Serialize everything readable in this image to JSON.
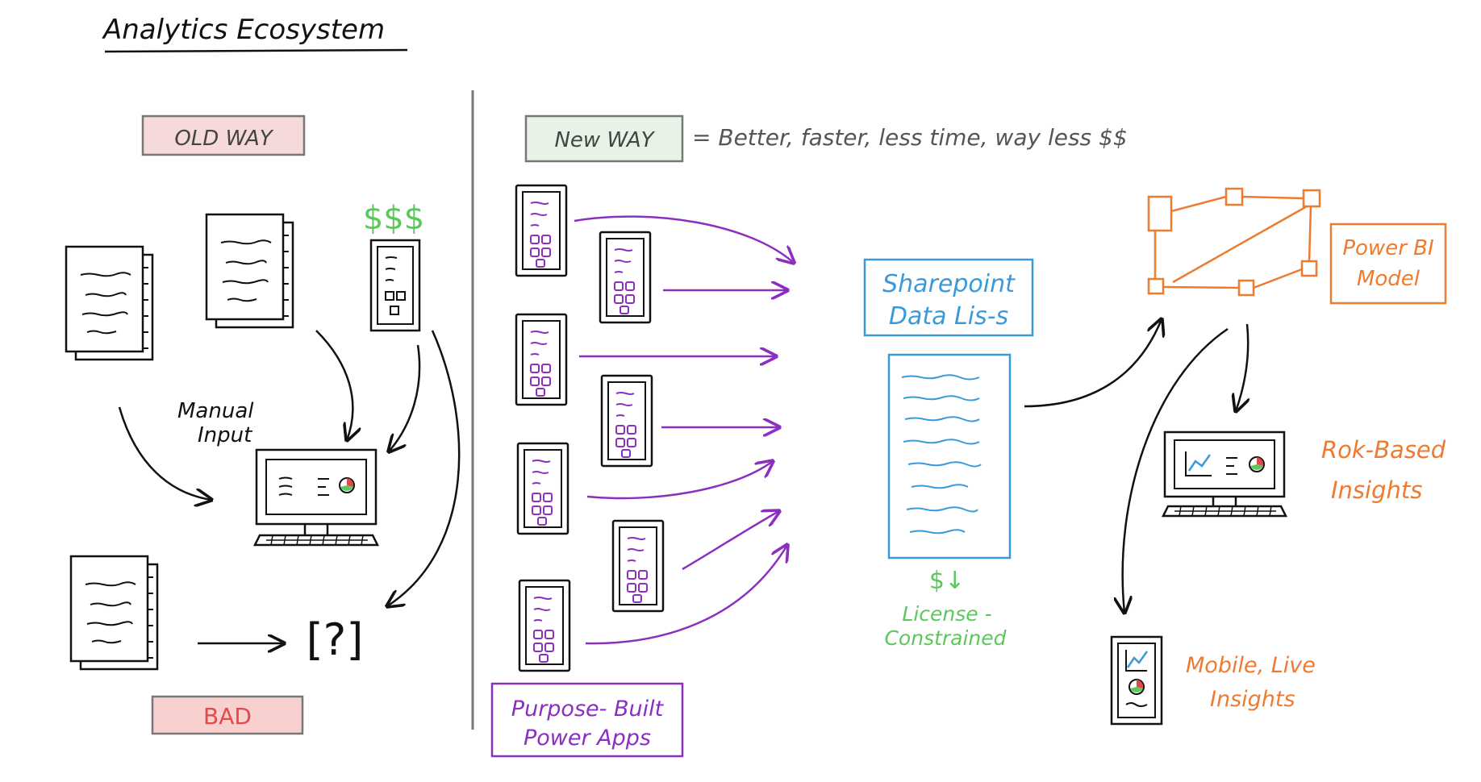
{
  "title": "Analytics Ecosystem",
  "old_way": {
    "label": "OLD WAY",
    "cost": "$$$",
    "manual_input_line1": "Manual",
    "manual_input_line2": "Input",
    "unknown_symbol": "[?]",
    "bad_label": "BAD"
  },
  "new_way": {
    "label": "New WAY",
    "tagline": "= Better, faster, less time, way less $$",
    "apps_label_line1": "Purpose- Built",
    "apps_label_line2": "Power Apps",
    "sharepoint_line1": "Sharepoint",
    "sharepoint_line2": "Data Lis-s",
    "cost_down": "$↓",
    "license_line1": "License -",
    "license_line2": "Constrained",
    "powerbi_line1": "Power BI",
    "powerbi_line2": "Model",
    "role_line1": "Rok-Based",
    "role_line2": "Insights",
    "mobile_line1": "Mobile, Live",
    "mobile_line2": "Insights"
  },
  "colors": {
    "ink": "#111111",
    "purple": "#8a2fc0",
    "blue": "#3a9ad9",
    "orange": "#ee7b30",
    "green": "#5cc85c",
    "red": "#e24a4a",
    "gray_text": "#555555",
    "old_way_fill": "#f6d9d9",
    "new_way_fill": "#e6f3e6",
    "bad_fill": "#f8d0d0"
  },
  "icons": [
    "document-icon",
    "phone-app-icon",
    "desktop-computer-icon",
    "arrow-icon",
    "network-model-icon"
  ]
}
